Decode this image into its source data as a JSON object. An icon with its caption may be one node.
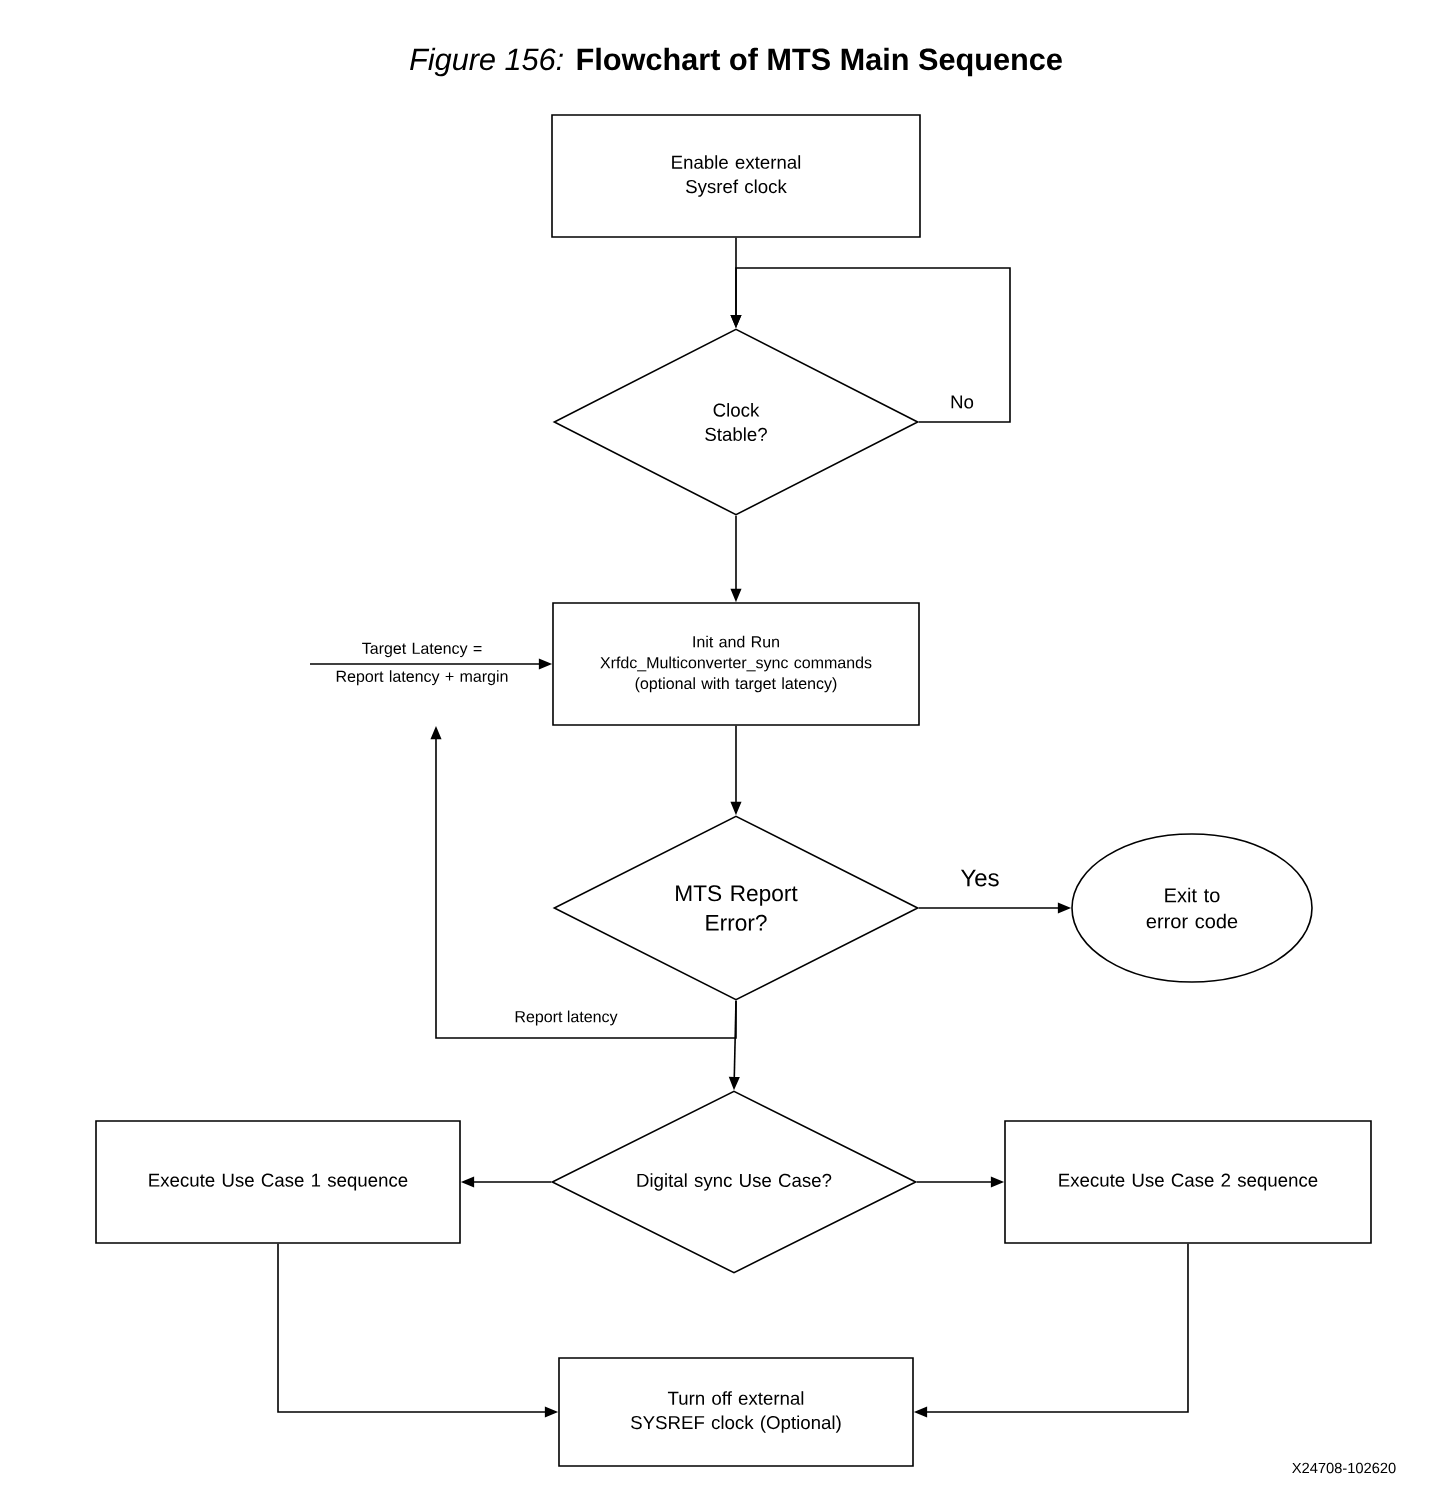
{
  "diagram": {
    "title": "*Figure 156:* **Flowchart of MTS Main Sequence**",
    "nodes": [
      {
        "text": [
          "Enable external Sysref clock"
        ]
      },
      {
        "text": [
          "Clock Stable?"
        ]
      },
      {
        "text": [
          "Init and Run",
          "Xrfdc_Multiconverter_sync commands",
          "(optional with target latency)"
        ]
      },
      {
        "text": [
          "MTS Report Error?"
        ]
      },
      {
        "text": [
          "Exit to error code"
        ]
      },
      {
        "text": [
          "Digital sync Use Case?"
        ]
      },
      {
        "text": [
          "Execute Use Case 1 sequence"
        ]
      },
      {
        "text": [
          "Execute Use Case 2 sequence"
        ]
      },
      {
        "text": [
          "Turn off external SYSREF clock (Optional)"
        ]
      }
    ],
    "edges": [
      {
        "from": 0,
        "to": 1,
        "arrow": "to"
      },
      {
        "from": 1,
        "to": 1,
        "arrow": "to",
        "label": "No"
      },
      {
        "from": 1,
        "to": 2,
        "arrow": "to"
      },
      {
        "from": null,
        "to": 2,
        "arrow": "to",
        "label": "Target Latency = Report latency + margin"
      },
      {
        "from": 2,
        "to": 3,
        "arrow": "to"
      },
      {
        "from": 3,
        "to": 4,
        "arrow": "to",
        "label": "Yes"
      },
      {
        "from": 3,
        "to": null,
        "arrow": "to",
        "label": "Report latency"
      },
      {
        "from": 3,
        "to": 5,
        "arrow": "to"
      },
      {
        "from": 5,
        "to": 6,
        "arrow": "to"
      },
      {
        "from": 5,
        "to": 7,
        "arrow": "to"
      },
      {
        "from": 6,
        "to": 8,
        "arrow": "to"
      },
      {
        "from": 7,
        "to": 8,
        "arrow": "to"
      }
    ],
    "labels": [
      "X24708-102620"
    ]
  }
}
